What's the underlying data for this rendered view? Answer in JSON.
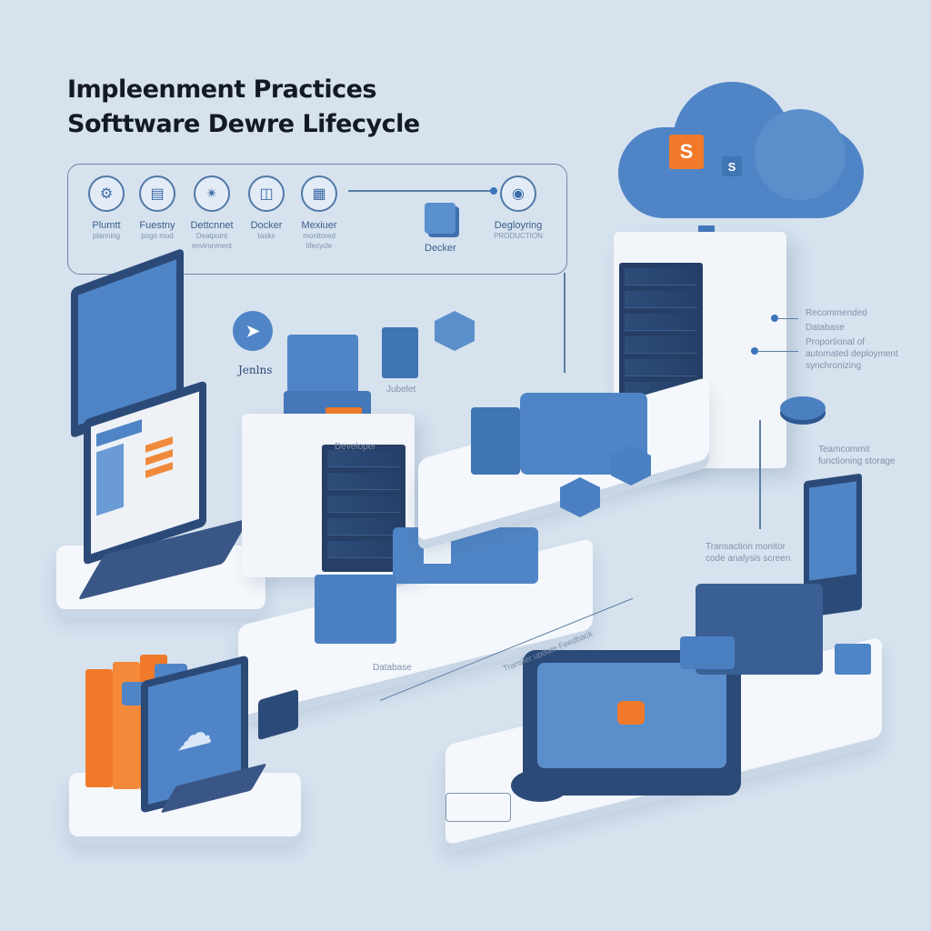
{
  "title": {
    "line1": "Impleenment Practices",
    "line2": "Softtware Dewre Lifecycle"
  },
  "flow": {
    "steps": [
      {
        "label": "Plumtt",
        "sub": "planning",
        "icon": "gear-icon"
      },
      {
        "label": "Fuestny",
        "sub": "pogo mod",
        "icon": "build-icon"
      },
      {
        "label": "Dettcnnet",
        "sub": "Deatpoint\nenvironment",
        "icon": "network-icon"
      },
      {
        "label": "Docker",
        "sub": "tasks",
        "icon": "docker-icon"
      },
      {
        "label": "Mexiuer",
        "sub": "monitored\nlifecycle",
        "icon": "monitor-icon"
      }
    ],
    "docker_label": "Decker",
    "deploy": {
      "label": "Degloyring",
      "sub": "PRODUCTION",
      "icon": "deploy-icon"
    }
  },
  "cloud": {
    "badge_primary": "S",
    "badge_secondary": "S",
    "colors": {
      "cloud": "#4f85c6",
      "accent": "#f07a2a"
    }
  },
  "annotations": {
    "server_right_1": "Recommended",
    "server_right_2": "Database",
    "server_right_3": "Proportional of\nautomated deployment\nsynchronizing",
    "disk_note": "Teamcommit\nfunctioning storage",
    "kiosk_note": "Transaction monitor\ncode analysis screen",
    "bottom_diag": "Transfer update Feedback",
    "jenkins": "Jenlns",
    "kubelet": "Jubelet",
    "builder": "Developer",
    "database": "Database"
  },
  "colors": {
    "background": "#d6e2ee",
    "primary_blue": "#4f85c6",
    "dark_navy": "#2c4a78",
    "orange": "#f07a2a",
    "platform": "#f4f7fb"
  }
}
